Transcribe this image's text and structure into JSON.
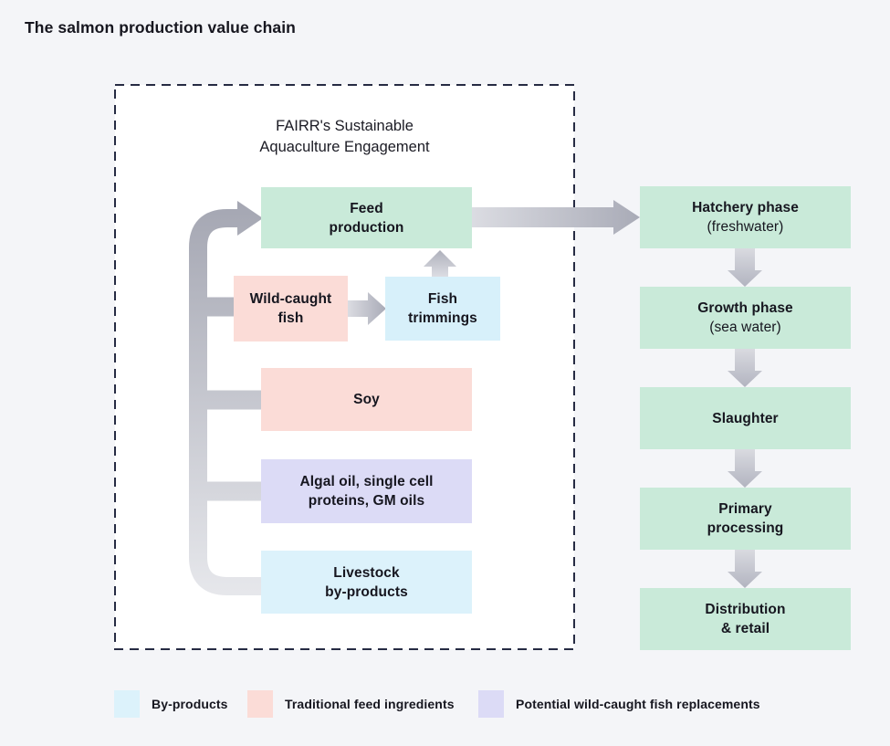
{
  "page": {
    "title": "The salmon production value chain",
    "background_color": "#f4f5f8",
    "frame_border_color": "#262b43"
  },
  "frame": {
    "title_line1": "FAIRR's Sustainable",
    "title_line2": "Aquaculture Engagement"
  },
  "boxes": {
    "feed": {
      "line1": "Feed",
      "line2": "production",
      "color": "#c9ead9"
    },
    "wild": {
      "line1": "Wild-caught",
      "line2": "fish",
      "color": "#fbdcd7"
    },
    "trimmings": {
      "line1": "Fish",
      "line2": "trimmings",
      "color": "#d7f0fa"
    },
    "soy": {
      "line1": "Soy",
      "color": "#fbdcd7"
    },
    "algal": {
      "line1": "Algal oil, single cell",
      "line2": "proteins, GM oils",
      "color": "#dcdbf6"
    },
    "livestock": {
      "line1": "Livestock",
      "line2": "by-products",
      "color": "#dcf2fb"
    },
    "hatchery": {
      "line1": "Hatchery phase",
      "line2": "(freshwater)",
      "color": "#c9ead9"
    },
    "growth": {
      "line1": "Growth phase",
      "line2": "(sea water)",
      "color": "#c9ead9"
    },
    "slaughter": {
      "line1": "Slaughter",
      "color": "#c9ead9"
    },
    "primary": {
      "line1": "Primary",
      "line2": "processing",
      "color": "#c9ead9"
    },
    "distribution": {
      "line1": "Distribution",
      "line2": "& retail",
      "color": "#c9ead9"
    }
  },
  "legend": [
    {
      "label": "By-products",
      "color": "#dcf2fb"
    },
    {
      "label": "Traditional feed ingredients",
      "color": "#fbdcd7"
    },
    {
      "label": "Potential wild-caught fish replacements",
      "color": "#dcdbf6"
    }
  ],
  "colors": {
    "arrow_dark": "#a4a6b2",
    "arrow_light": "#e7e8ec",
    "text": "#16161f"
  }
}
